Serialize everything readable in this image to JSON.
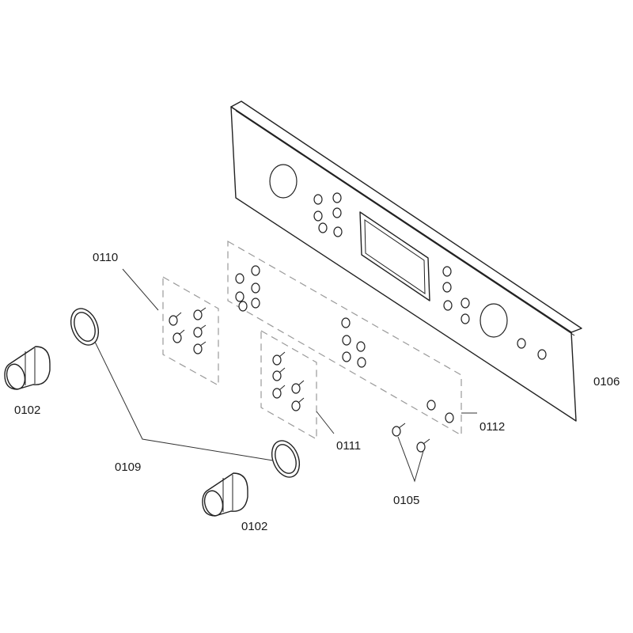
{
  "labels": {
    "panel": "0106",
    "support_left": "0110",
    "support_mid": "0111",
    "support_right": "0112",
    "screws": "0105",
    "knob_left": "0102",
    "knob_right": "0102",
    "rings": "0109"
  }
}
